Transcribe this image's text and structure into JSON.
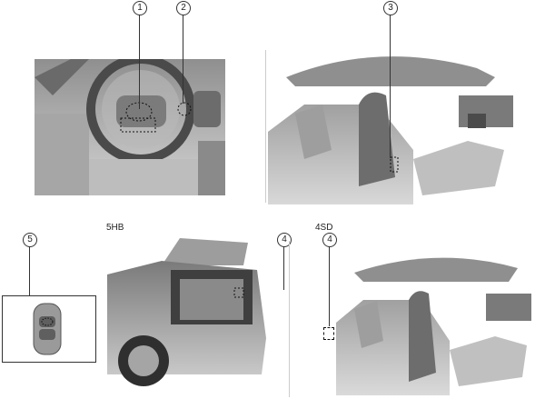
{
  "callouts": {
    "c1": "1",
    "c2": "2",
    "c3": "3",
    "c4a": "4",
    "c4b": "4",
    "c5": "5"
  },
  "labels": {
    "hatchback": "5HB",
    "sedan": "4SD"
  },
  "colors": {
    "background": "#ffffff",
    "panel_light": "#cfcfcf",
    "panel_mid": "#9a9a9a",
    "panel_dark": "#5a5a5a"
  },
  "icons": {
    "dashboard": "steering-wheel-illustration",
    "cabin": "car-interior-illustration",
    "rear": "hatchback-rear-illustration",
    "key": "smart-key-icon"
  }
}
